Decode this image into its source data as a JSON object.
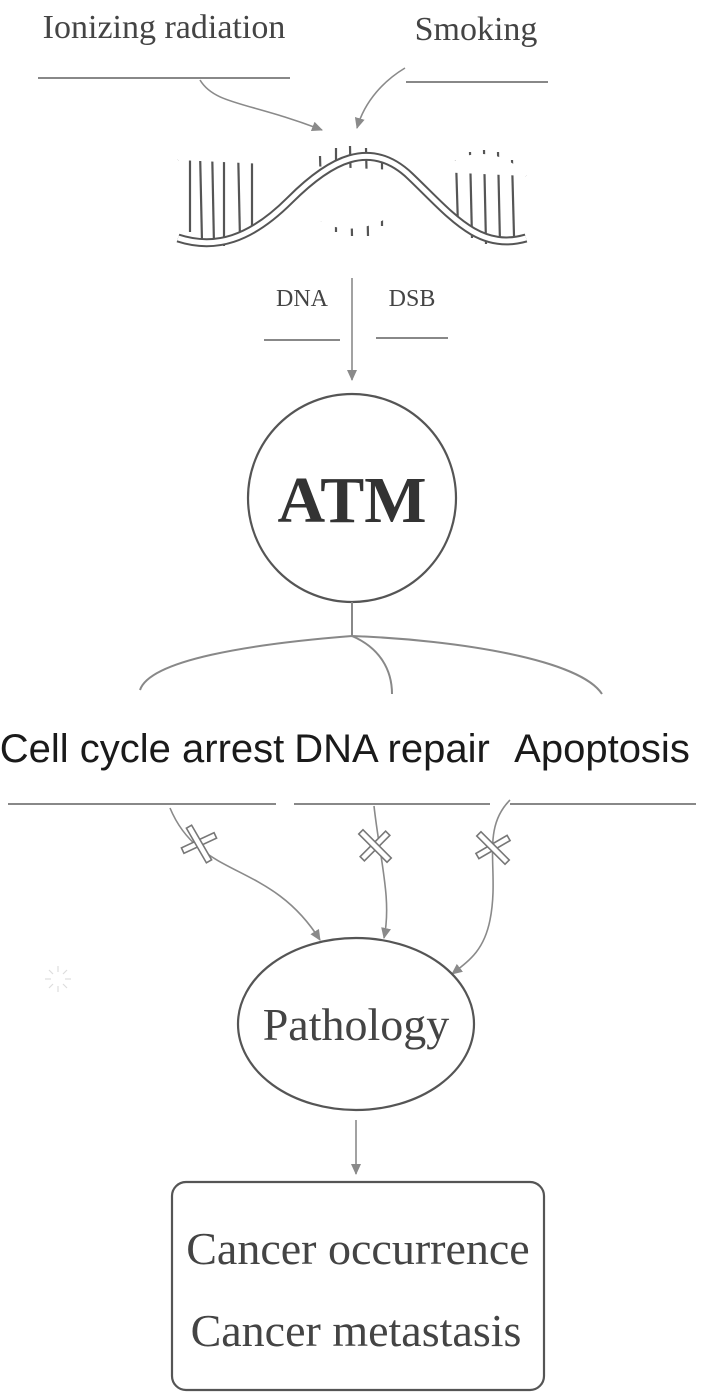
{
  "inputs": {
    "left": "Ionizing radiation",
    "right": "Smoking"
  },
  "dna_labels": {
    "left": "DNA",
    "right": "DSB"
  },
  "center_node": "ATM",
  "outcomes": {
    "left": "Cell cycle arrest",
    "middle": "DNA repair",
    "right": "Apoptosis"
  },
  "pathology_node": "Pathology",
  "result_box": {
    "line1": "Cancer occurrence",
    "line2": "Cancer metastasis"
  },
  "colors": {
    "lines": "#888888",
    "text": "#444444"
  }
}
